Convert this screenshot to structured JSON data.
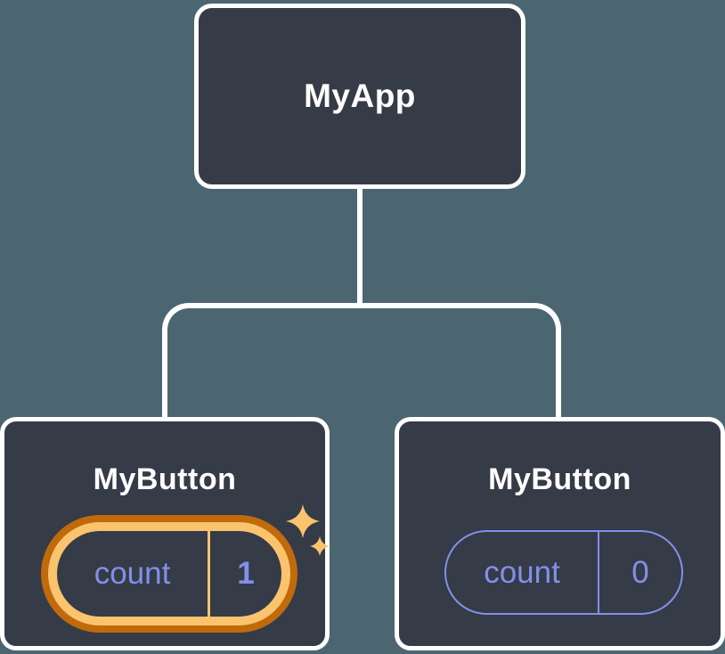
{
  "diagram": {
    "root": {
      "label": "MyApp"
    },
    "children": [
      {
        "label": "MyButton",
        "state": {
          "key": "count",
          "value": "1"
        },
        "highlighted": true
      },
      {
        "label": "MyButton",
        "state": {
          "key": "count",
          "value": "0"
        },
        "highlighted": false
      }
    ],
    "colors": {
      "background": "#4C6671",
      "node_fill": "#353B47",
      "node_border": "#FFFFFF",
      "connector": "#FFFFFF",
      "state_text": "#8290E8",
      "pill_border": "#8290E8",
      "highlight_outer_ring": "#C06A0C",
      "highlight_inner_ring": "#FAC36E",
      "sparkle": "#FAC36E"
    }
  }
}
